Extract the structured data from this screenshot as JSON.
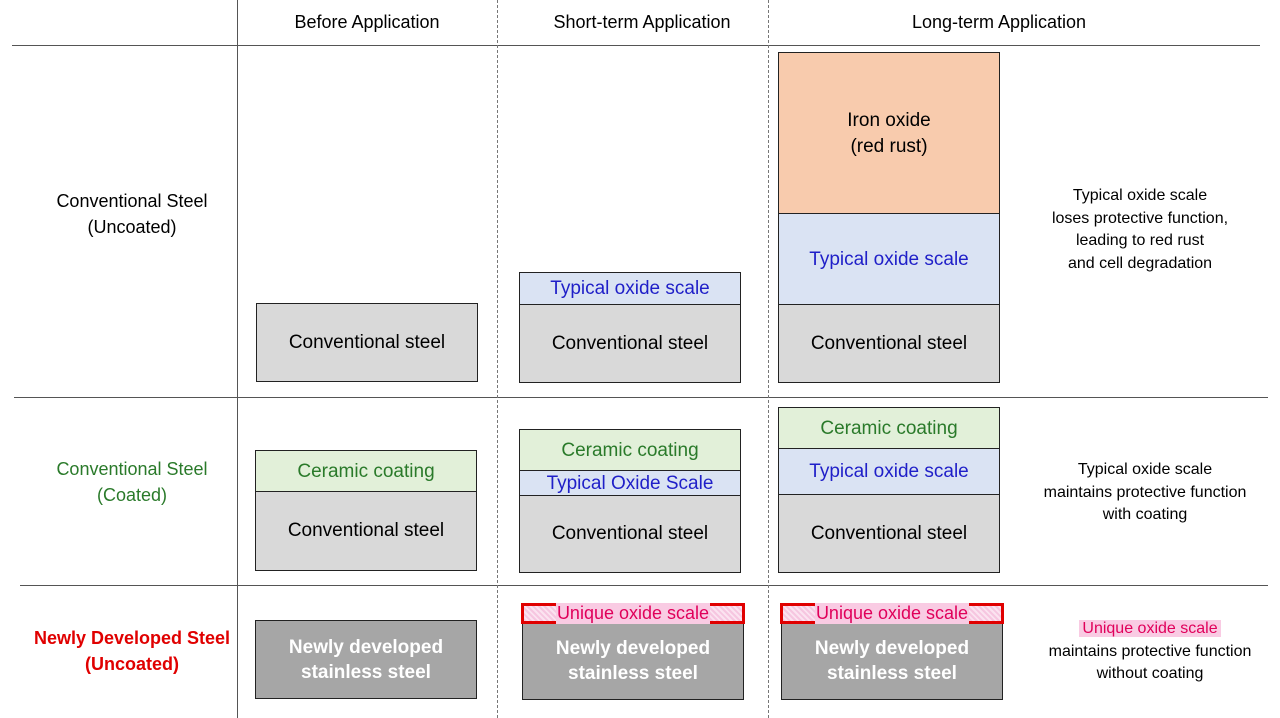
{
  "columns": {
    "before": "Before Application",
    "short": "Short-term Application",
    "long": "Long-term Application"
  },
  "rows": {
    "uncoated": {
      "line1": "Conventional Steel",
      "line2": "(Uncoated)",
      "color": "#000000"
    },
    "coated": {
      "line1": "Conventional Steel",
      "line2": "(Coated)",
      "color": "#2a7a2a"
    },
    "new": {
      "line1": "Newly Developed Steel",
      "line2": "(Uncoated)",
      "color": "#e00000"
    }
  },
  "layers": {
    "conventional_steel": "Conventional steel",
    "typical_oxide_scale": "Typical oxide scale",
    "typical_oxide_scale_caps": "Typical Oxide Scale",
    "ceramic_coating": "Ceramic coating",
    "iron_oxide_line1": "Iron oxide",
    "iron_oxide_line2": "(red rust)",
    "new_steel_line1": "Newly developed",
    "new_steel_line2": "stainless steel",
    "unique_oxide_scale": "Unique oxide scale"
  },
  "notes": {
    "uncoated": [
      "Typical oxide scale",
      "loses protective function,",
      "leading to red rust",
      "and cell degradation"
    ],
    "coated": [
      "Typical oxide scale",
      "maintains protective function",
      "with coating"
    ],
    "new": {
      "highlight": "Unique oxide scale",
      "line2": "maintains protective function",
      "line3": "without coating"
    }
  },
  "colors": {
    "steel": "#d9d9d9",
    "new_steel": "#a6a6a6",
    "oxide_scale": "#dae3f3",
    "ceramic": "#e2f0d9",
    "rust": "#f8cbad",
    "unique_border": "#e00000",
    "unique_text": "#e0005a"
  }
}
